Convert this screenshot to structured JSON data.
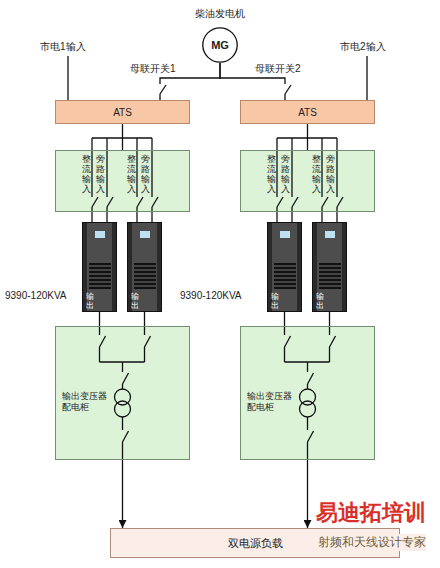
{
  "diagram": {
    "nodes": [
      {
        "text": [
          "柴油发电机",
          "MG"
        ]
      },
      {
        "text": [
          "ATS"
        ]
      },
      {
        "text": [
          "ATS"
        ]
      },
      {
        "text": [
          "整流输入",
          "旁路输入",
          "整流输入",
          "旁路输入"
        ]
      },
      {
        "text": [
          "整流输入",
          "旁路输入",
          "整流输入",
          "旁路输入"
        ]
      },
      {
        "text": [
          "输出"
        ]
      },
      {
        "text": [
          "输出"
        ]
      },
      {
        "text": [
          "输出"
        ]
      },
      {
        "text": [
          "输出"
        ]
      },
      {
        "text": [
          "输出变压器配电柜"
        ]
      },
      {
        "text": [
          "输出变压器配电柜"
        ]
      },
      {
        "text": [
          "双电源负载"
        ]
      }
    ],
    "edges": [
      {
        "from": 0,
        "to": 1,
        "arrow": "none"
      },
      {
        "from": 0,
        "to": 2,
        "arrow": "none"
      },
      {
        "from": 1,
        "to": 3,
        "arrow": "none"
      },
      {
        "from": 2,
        "to": 4,
        "arrow": "none"
      },
      {
        "from": 3,
        "to": 5,
        "arrow": "none"
      },
      {
        "from": 3,
        "to": 6,
        "arrow": "none"
      },
      {
        "from": 4,
        "to": 7,
        "arrow": "none"
      },
      {
        "from": 4,
        "to": 8,
        "arrow": "none"
      },
      {
        "from": 5,
        "to": 9,
        "arrow": "none"
      },
      {
        "from": 6,
        "to": 9,
        "arrow": "none"
      },
      {
        "from": 7,
        "to": 10,
        "arrow": "none"
      },
      {
        "from": 8,
        "to": 10,
        "arrow": "none"
      },
      {
        "from": 9,
        "to": 11,
        "arrow": "to"
      },
      {
        "from": 10,
        "to": 11,
        "arrow": "to"
      }
    ],
    "labels": [
      "市电1输入",
      "市电2输入",
      "母联开关1",
      "母联开关2",
      "9390-120KVA",
      "9390-120KVA",
      "易迪拓培训",
      "射频和天线设计专家"
    ]
  }
}
